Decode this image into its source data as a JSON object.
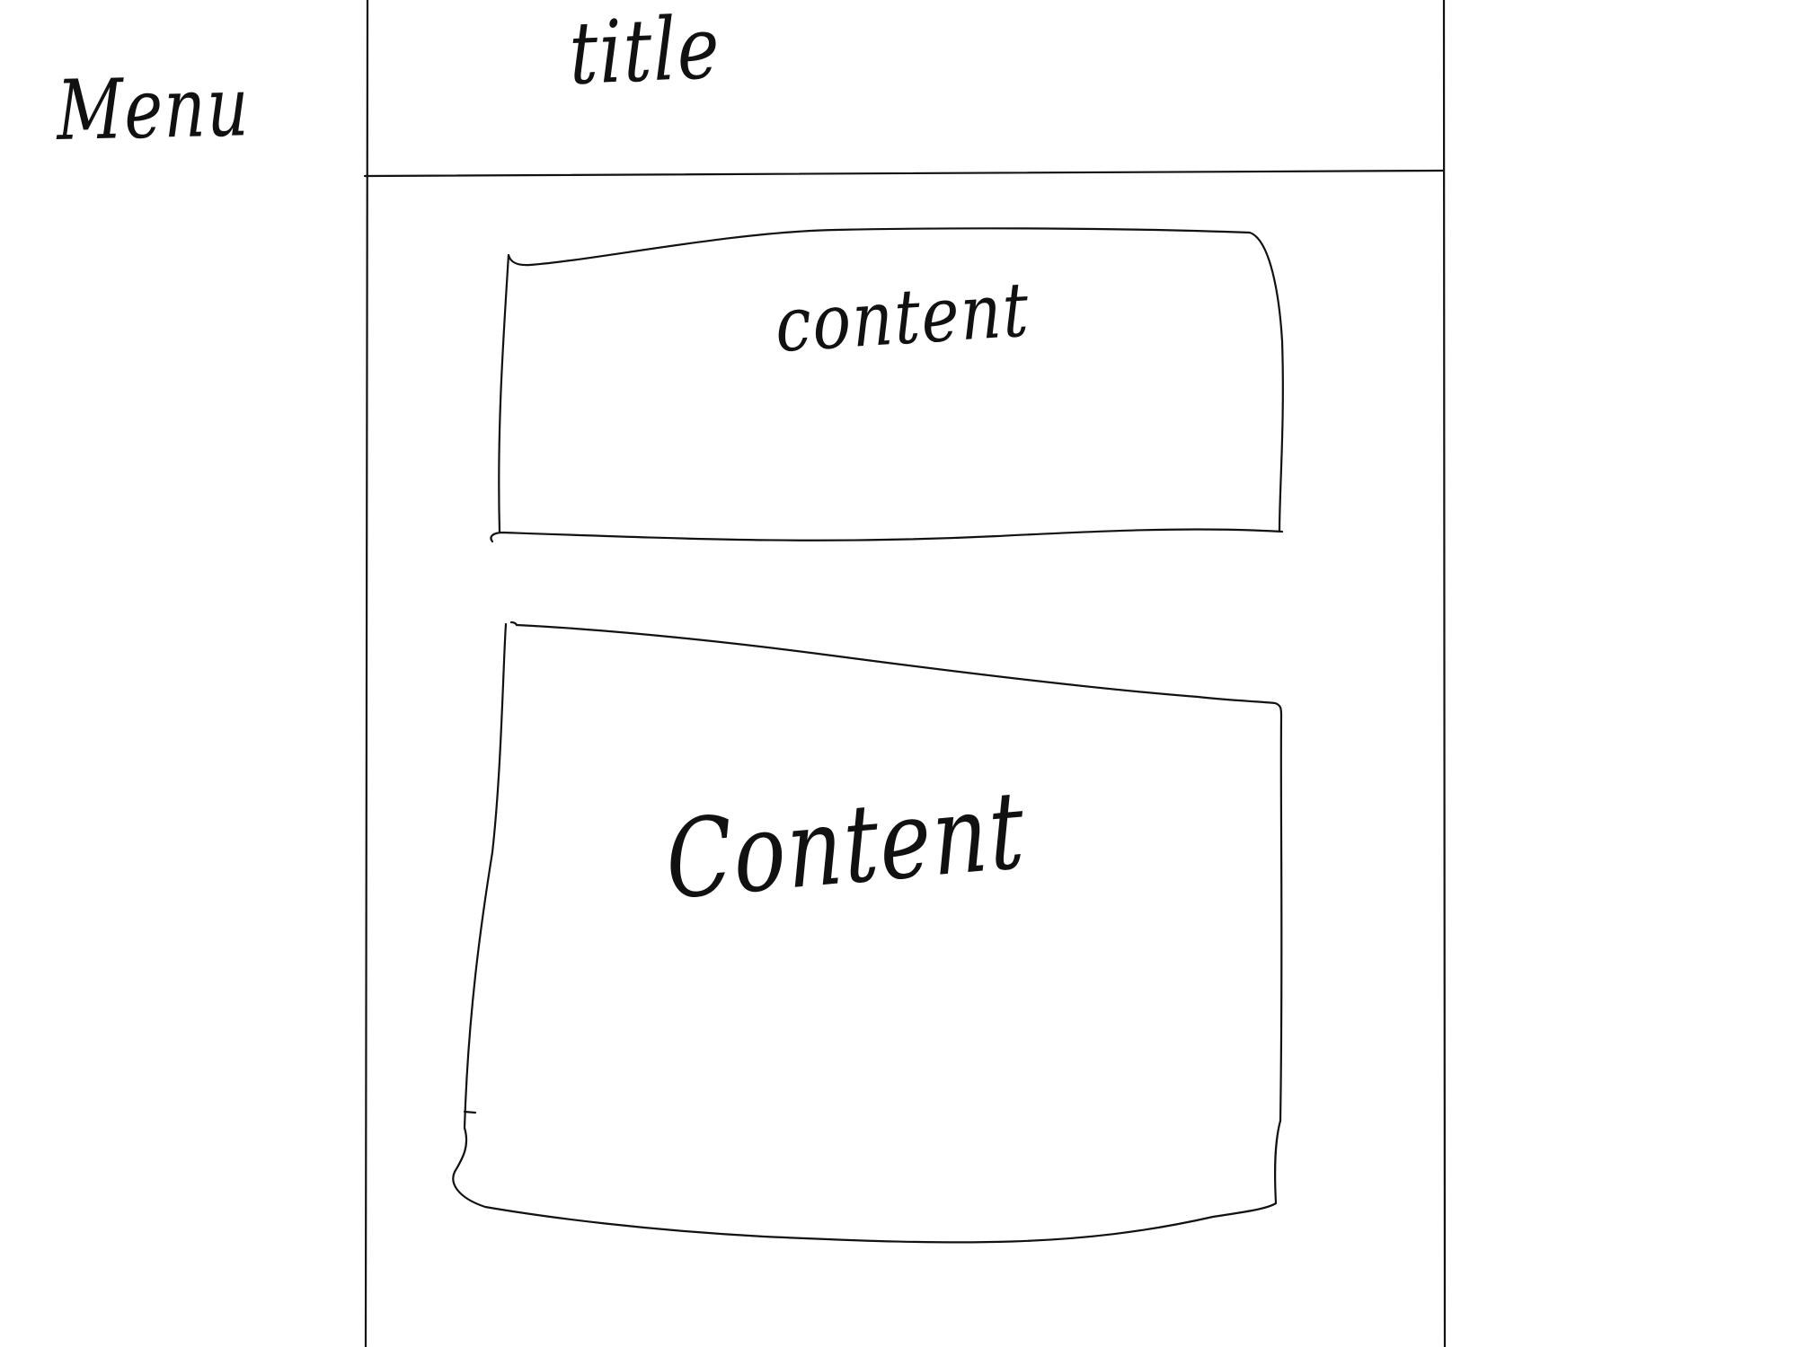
{
  "sidebar": {
    "menu_label": "Menu"
  },
  "header": {
    "title_label": "title"
  },
  "main": {
    "content_boxes": [
      {
        "label": "content"
      },
      {
        "label": "Content"
      }
    ]
  },
  "colors": {
    "ink": "#111111",
    "paper": "#ffffff"
  }
}
